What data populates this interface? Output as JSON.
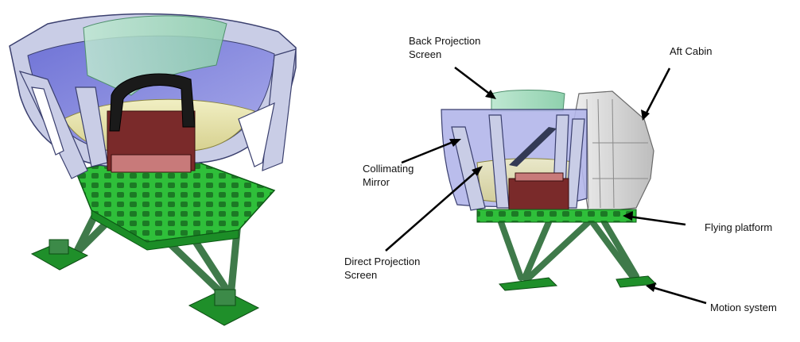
{
  "labels": {
    "back_projection_screen": [
      "Back Projection",
      "Screen"
    ],
    "aft_cabin": "Aft Cabin",
    "collimating_mirror": [
      "Collimating",
      "Mirror"
    ],
    "direct_projection_screen": [
      "Direct Projection",
      "Screen"
    ],
    "flying_platform": "Flying platform",
    "motion_system": "Motion system"
  },
  "colors": {
    "dome_frame": "#c9cde6",
    "dome_inner": "#7f83dc",
    "mirror_yellow": "#e6e2a8",
    "back_screen": "#a6dcc0",
    "platform_green": "#2fbf3a",
    "platform_dark": "#1c7a25",
    "actuator": "#4f8a5a",
    "cockpit": "#7a2a2a",
    "aft_cabin": "#d8d8d8",
    "arrow": "#000000"
  }
}
